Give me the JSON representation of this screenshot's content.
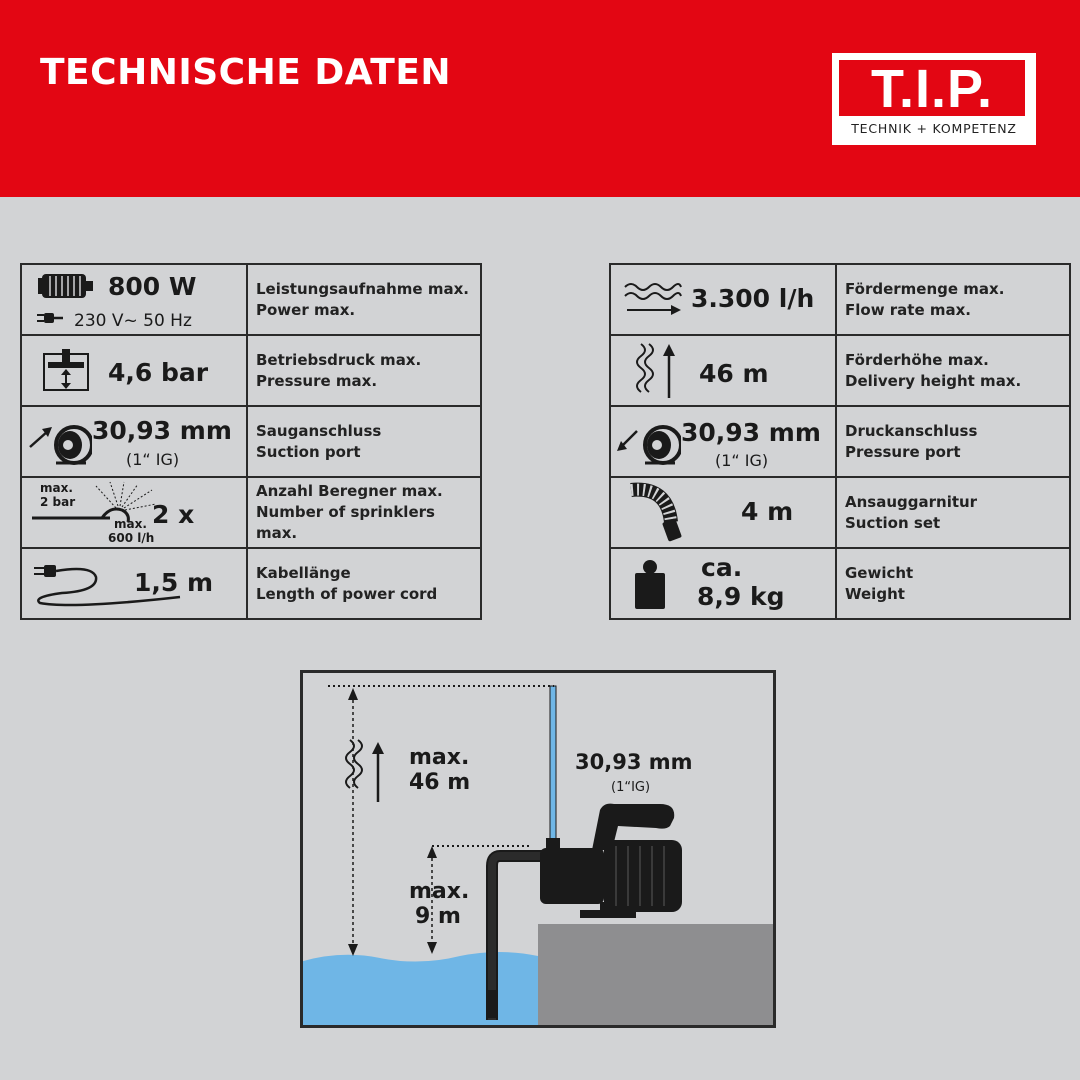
{
  "header": {
    "title": "TECHNISCHE DATEN",
    "logo_text": "T.I.P.",
    "logo_tagline": "TECHNIK + KOMPETENZ"
  },
  "left_specs": [
    {
      "icon": "motor-icon",
      "value": "800 W",
      "sub_value": "230 V~ 50 Hz",
      "label_de": "Leistungsaufnahme max.",
      "label_en": "Power max."
    },
    {
      "icon": "pressure-gauge-icon",
      "value": "4,6 bar",
      "label_de": "Betriebsdruck max.",
      "label_en": "Pressure max."
    },
    {
      "icon": "suction-port-icon",
      "value": "30,93 mm",
      "sub_value": "(1“ IG)",
      "label_de": "Sauganschluss",
      "label_en": "Suction port"
    },
    {
      "icon": "sprinkler-icon",
      "value": "2 x",
      "icon_labels": [
        "max.",
        "2 bar",
        "max.",
        "600 l/h"
      ],
      "label_de": "Anzahl Beregner max.",
      "label_en": "Number of sprinklers max."
    },
    {
      "icon": "power-cord-icon",
      "value": "1,5 m",
      "label_de": "Kabellänge",
      "label_en": "Length of power cord"
    }
  ],
  "right_specs": [
    {
      "icon": "flow-rate-icon",
      "value": "3.300 l/h",
      "label_de": "Fördermenge max.",
      "label_en": "Flow rate max."
    },
    {
      "icon": "delivery-height-icon",
      "value": "46 m",
      "label_de": "Förderhöhe max.",
      "label_en": "Delivery height max."
    },
    {
      "icon": "pressure-port-icon",
      "value": "30,93 mm",
      "sub_value": "(1“ IG)",
      "label_de": "Druckanschluss",
      "label_en": "Pressure port"
    },
    {
      "icon": "suction-hose-icon",
      "value": "4 m",
      "label_de": "Ansauggarnitur",
      "label_en": "Suction set"
    },
    {
      "icon": "weight-icon",
      "value": "ca.",
      "sub_value": "8,9 kg",
      "label_de": "Gewicht",
      "label_en": "Weight"
    }
  ],
  "diagram": {
    "height_label_1": "max.",
    "height_label_2": "46 m",
    "suction_label_1": "max.",
    "suction_label_2": "9 m",
    "port_label": "30,93 mm",
    "port_sub_label": "(1“IG)"
  },
  "colors": {
    "header_red": "#e30613",
    "background": "#d2d3d5",
    "water_blue": "#6fb6e6",
    "ground_gray": "#8e8e90"
  }
}
